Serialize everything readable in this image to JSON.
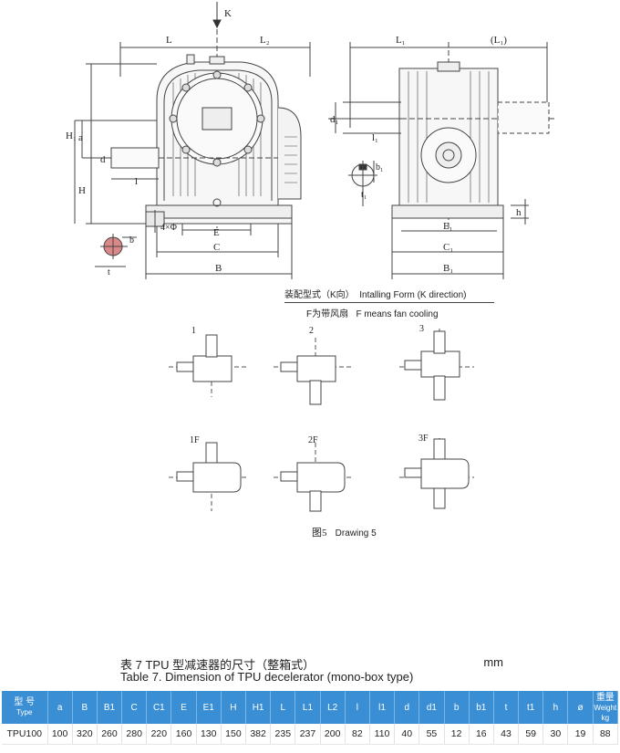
{
  "labels": {
    "k": "K",
    "L": "L",
    "L2": "L₂",
    "L1": "L₁",
    "L1p": "(L₁)",
    "H1": "H₁",
    "H": "H",
    "a": "a",
    "d": "d",
    "l": "l",
    "d1": "d₁",
    "l1": "l₁",
    "b1": "b₁",
    "t1": "t₁",
    "h": "h",
    "E": "E",
    "C": "C",
    "B": "B",
    "E1": "E₁",
    "C1": "C₁",
    "B1": "B₁",
    "b": "b",
    "t": "t",
    "phi": "4×Φ"
  },
  "install": {
    "title_cn": "装配型式（K向）",
    "title_en": "Intalling Form (K direction)",
    "fan_cn": "F为带风扇",
    "fan_en": "F means fan cooling",
    "forms": [
      "1",
      "2",
      "3",
      "1F",
      "2F",
      "3F"
    ]
  },
  "drawing": {
    "cn": "图5",
    "en": "Drawing 5"
  },
  "table": {
    "title_cn": "表 7   TPU 型减速器的尺寸（整箱式）",
    "unit": "mm",
    "title_en": "Table 7. Dimension of TPU decelerator (mono-box type)",
    "type_cn": "型 号",
    "type_en": "Type",
    "weight_cn": "重量",
    "weight_en": "Weight kg",
    "columns": [
      "a",
      "B",
      "B1",
      "C",
      "C1",
      "E",
      "E1",
      "H",
      "H1",
      "L",
      "L1",
      "L2",
      "l",
      "l1",
      "d",
      "d1",
      "b",
      "b1",
      "t",
      "t1",
      "h",
      "ø"
    ],
    "row": {
      "type": "TPU100",
      "values": [
        "100",
        "320",
        "260",
        "280",
        "220",
        "160",
        "130",
        "150",
        "382",
        "235",
        "237",
        "200",
        "82",
        "110",
        "40",
        "55",
        "12",
        "16",
        "43",
        "59",
        "30",
        "19"
      ],
      "weight": "88"
    }
  }
}
